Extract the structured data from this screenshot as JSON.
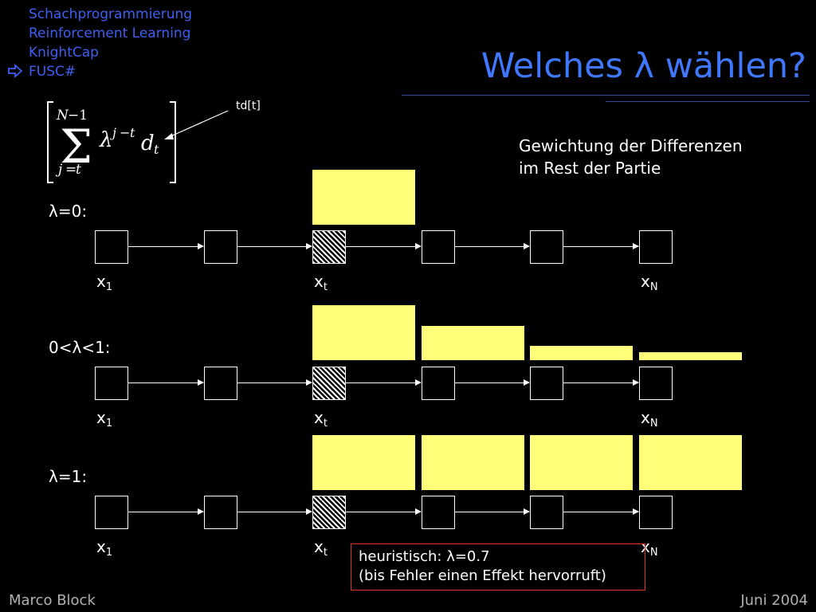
{
  "nav": {
    "items": [
      "Schachprogrammierung",
      "Reinforcement Learning",
      "KnightCap",
      "FUSC#"
    ],
    "current_icon": "arrow-right-icon"
  },
  "title": "Welches λ wählen?",
  "formula_annotation": "td[t]",
  "caption": {
    "line1": "Gewichtung der Differenzen",
    "line2": "im Rest der Partie"
  },
  "node_labels": {
    "x": "x",
    "first": "1",
    "current": "t",
    "last": "N"
  },
  "rows": [
    {
      "label": "λ=0:",
      "weights": [
        1,
        0,
        0,
        0
      ]
    },
    {
      "label": "0<λ<1:",
      "weights": [
        1,
        0.62,
        0.26,
        0.14
      ]
    },
    {
      "label": "λ=1:",
      "weights": [
        1,
        1,
        1,
        1
      ]
    }
  ],
  "note": {
    "line1": "heuristisch: λ=0.7",
    "line2": "(bis Fehler einen Effekt hervorruft)"
  },
  "footer": {
    "author": "Marco Block",
    "date": "Juni 2004"
  },
  "colors": {
    "accent": "#3f5ff0",
    "title": "#3f78ff",
    "bar": "#ffff7a",
    "note_border": "#e03020"
  }
}
